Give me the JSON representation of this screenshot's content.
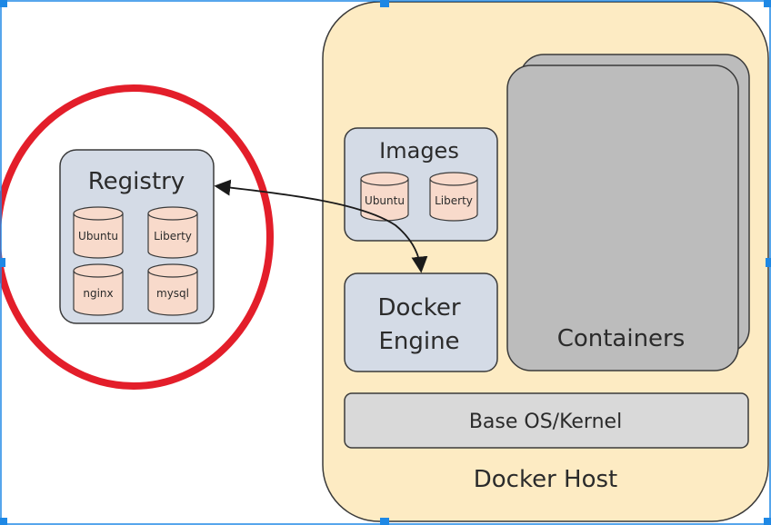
{
  "diagram": {
    "registry": {
      "title": "Registry",
      "items": [
        "Ubuntu",
        "Liberty",
        "nginx",
        "mysql"
      ]
    },
    "docker_host": {
      "label": "Docker Host",
      "images": {
        "title": "Images",
        "items": [
          "Ubuntu",
          "Liberty"
        ]
      },
      "engine_line1": "Docker",
      "engine_line2": "Engine",
      "containers": "Containers",
      "base_os": "Base OS/Kernel"
    }
  },
  "colors": {
    "host_fill": "#fdebc3",
    "box_fill": "#d4dbe6",
    "cylinder_fill": "#f8dacb",
    "container_fill": "#bcbcbc",
    "base_fill": "#d9d9d9",
    "highlight_ring": "#e31e2a",
    "selection": "#1e88e5"
  }
}
